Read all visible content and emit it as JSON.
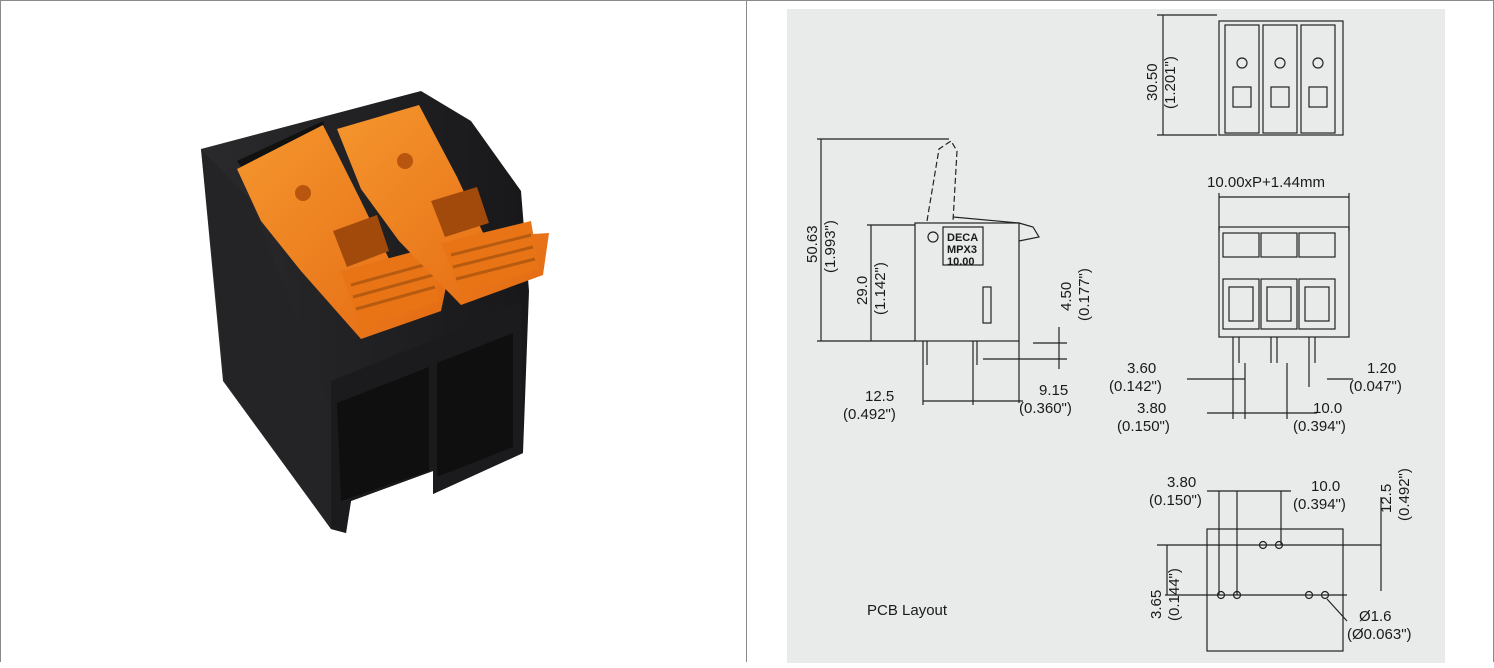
{
  "product_photo": {
    "name": "2-position terminal block with orange push levers",
    "colors": {
      "housing": "#1f1f21",
      "lever": "#f07c1e",
      "lever_dark": "#c65f10"
    }
  },
  "drawing": {
    "body_marking": [
      "DECA",
      "MPX3",
      "10.00"
    ],
    "side_view": {
      "overall_height": "50.63",
      "overall_height_in": "(1.993\")",
      "body_height": "29.0",
      "body_height_in": "(1.142\")",
      "pin_length": "4.50",
      "pin_length_in": "(0.177\")",
      "pin_spacing": "12.5",
      "pin_spacing_in": "(0.492\")",
      "offset": "9.15",
      "offset_in": "(0.360\")"
    },
    "top_view": {
      "depth": "30.50",
      "depth_in": "(1.201\")"
    },
    "front_view": {
      "width_formula": "10.00xP+1.44mm",
      "dim_a": "3.60",
      "dim_a_in": "(0.142\")",
      "dim_b": "3.80",
      "dim_b_in": "(0.150\")",
      "pitch": "10.0",
      "pitch_in": "(0.394\")",
      "pin_width": "1.20",
      "pin_width_in": "(0.047\")"
    },
    "pcb_layout": {
      "label": "PCB Layout",
      "dim_a": "3.80",
      "dim_a_in": "(0.150\")",
      "pitch": "10.0",
      "pitch_in": "(0.394\")",
      "row": "12.5",
      "row_in": "(0.492\")",
      "offset": "3.65",
      "offset_in": "(0.144\")",
      "hole": "Ø1.6",
      "hole_in": "(Ø0.063\")"
    }
  }
}
